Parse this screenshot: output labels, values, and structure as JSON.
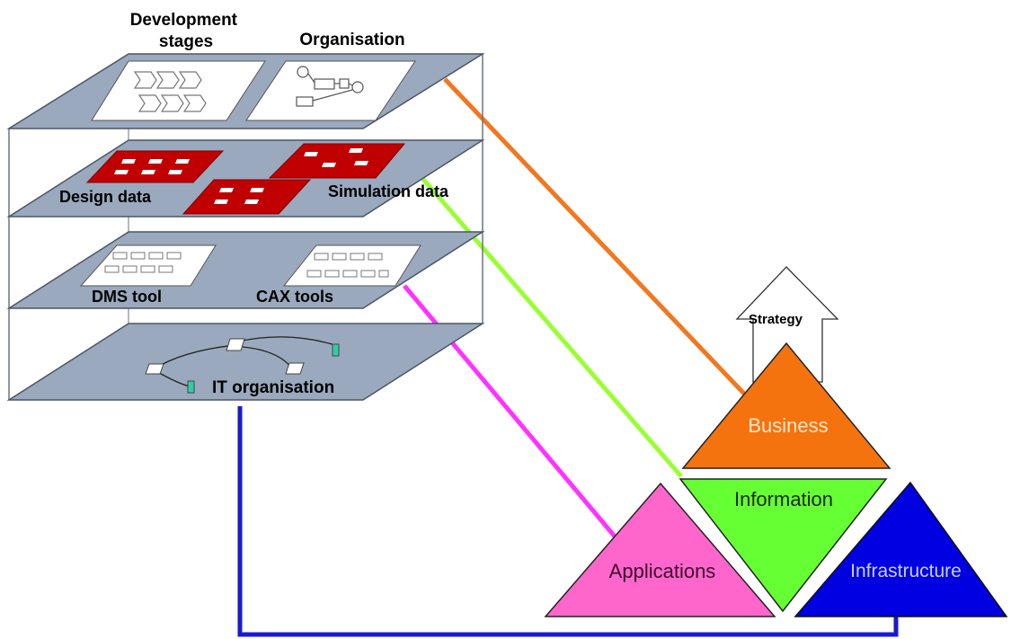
{
  "labels": {
    "development_stages_line1": "Development",
    "development_stages_line2": "stages",
    "organisation": "Organisation",
    "design_data": "Design data",
    "simulation_data": "Simulation data",
    "dms_tool": "DMS tool",
    "cax_tools": "CAX tools",
    "it_organisation": "IT organisation"
  },
  "pyramid": {
    "strategy": "Strategy",
    "business": "Business",
    "information": "Information",
    "applications": "Applications",
    "infrastructure": "Infrastructure"
  },
  "colors": {
    "layer_fill": "#9aa9bd",
    "layer_stroke": "#4a5566",
    "data_red": "#c00000",
    "business": "#f5730f",
    "information": "#66ff33",
    "applications": "#ff66cc",
    "infrastructure": "#0000e0",
    "link_business": "#f07820",
    "link_information": "#99ff33",
    "link_applications": "#ff33ff",
    "link_infrastructure": "#1a1acc"
  }
}
